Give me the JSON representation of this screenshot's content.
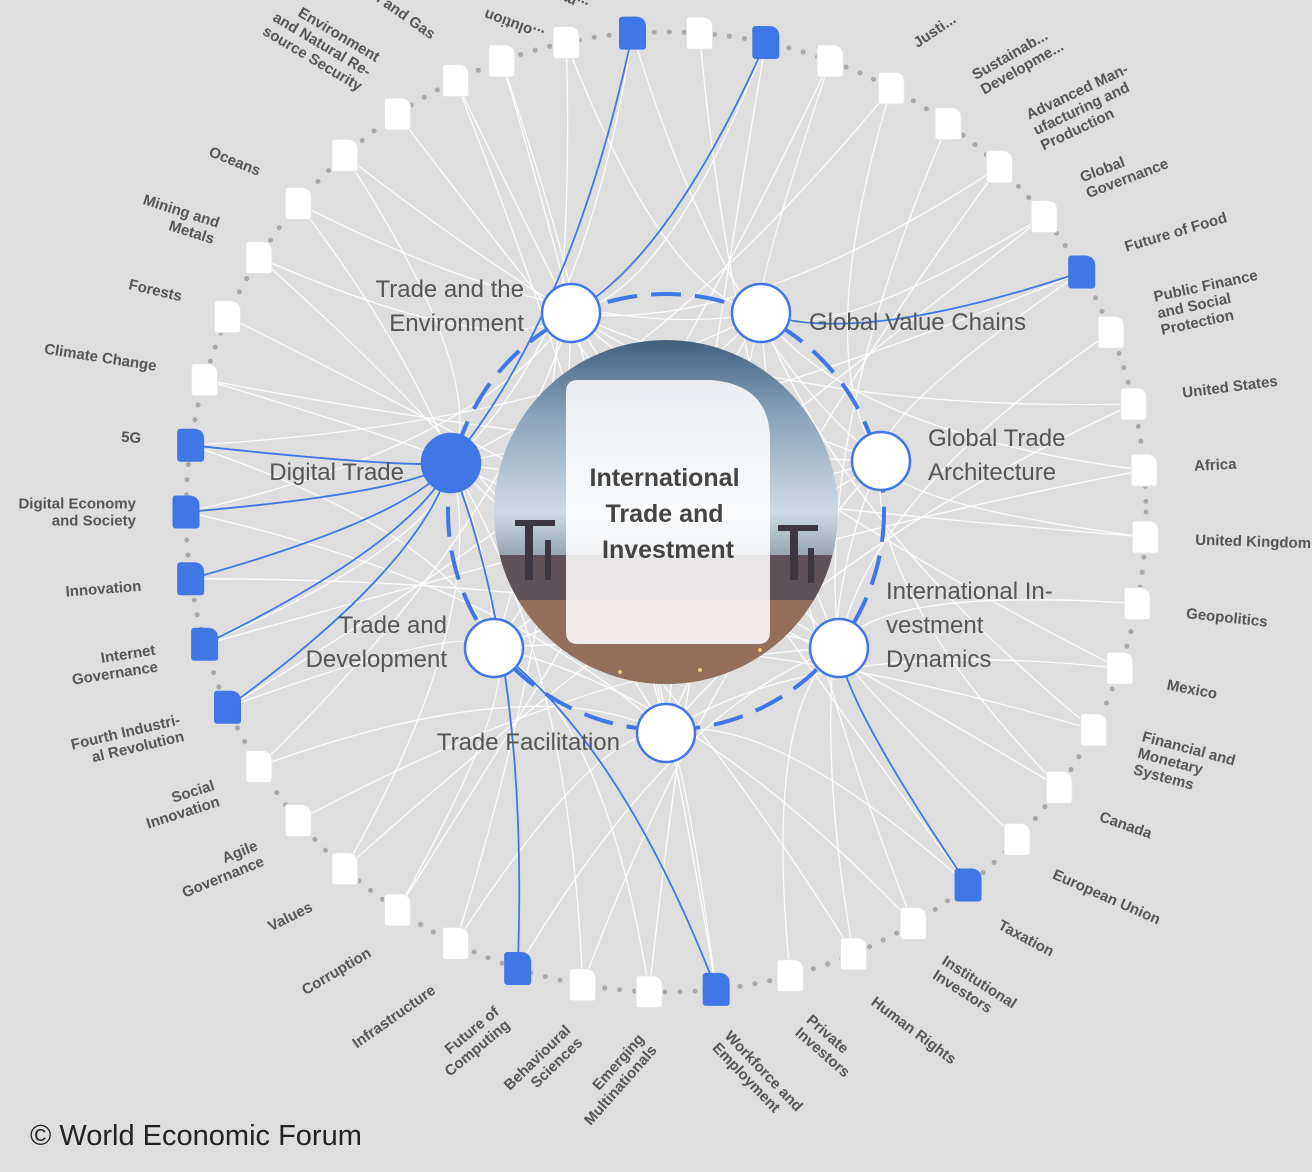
{
  "center": {
    "lines": [
      "International",
      "Trade and",
      "Investment"
    ]
  },
  "inner_nodes": [
    {
      "id": "env",
      "lines": [
        "Trade and the",
        "Environment"
      ],
      "active": false
    },
    {
      "id": "gvc",
      "lines": [
        "Global Value Chains"
      ],
      "active": false
    },
    {
      "id": "gta",
      "lines": [
        "Global Trade",
        "Architecture"
      ],
      "active": false
    },
    {
      "id": "iid",
      "lines": [
        "International In-",
        "vestment",
        "Dynamics"
      ],
      "active": false
    },
    {
      "id": "tf",
      "lines": [
        "Trade Facilitation"
      ],
      "active": false
    },
    {
      "id": "td",
      "lines": [
        "Trade and",
        "Development"
      ],
      "active": false
    },
    {
      "id": "dt",
      "lines": [
        "Digital Trade"
      ],
      "active": true
    }
  ],
  "outer_nodes": [
    {
      "lines": [
        "...olution"
      ],
      "active": false
    },
    {
      "lines": [
        "...my"
      ],
      "active": false
    },
    {
      "lines": [
        ""
      ],
      "active": true
    },
    {
      "lines": [
        ""
      ],
      "active": false
    },
    {
      "lines": [
        ""
      ],
      "active": true
    },
    {
      "lines": [
        ""
      ],
      "active": false
    },
    {
      "lines": [
        "Justi..."
      ],
      "active": false
    },
    {
      "lines": [
        "Sustainab...",
        "Developme..."
      ],
      "active": false
    },
    {
      "lines": [
        "Advanced Man-",
        "ufacturing and",
        "Production"
      ],
      "active": false
    },
    {
      "lines": [
        "Global",
        "Governance"
      ],
      "active": false
    },
    {
      "lines": [
        "Future of Food"
      ],
      "active": true
    },
    {
      "lines": [
        "Public Finance",
        "and Social",
        "Protection"
      ],
      "active": false
    },
    {
      "lines": [
        "United States"
      ],
      "active": false
    },
    {
      "lines": [
        "Africa"
      ],
      "active": false
    },
    {
      "lines": [
        "United Kingdom"
      ],
      "active": false
    },
    {
      "lines": [
        "Geopolitics"
      ],
      "active": false
    },
    {
      "lines": [
        "Mexico"
      ],
      "active": false
    },
    {
      "lines": [
        "Financial and",
        "Monetary",
        "Systems"
      ],
      "active": false
    },
    {
      "lines": [
        "Canada"
      ],
      "active": false
    },
    {
      "lines": [
        "European Union"
      ],
      "active": false
    },
    {
      "lines": [
        "Taxation"
      ],
      "active": true
    },
    {
      "lines": [
        "Institutional",
        "Investors"
      ],
      "active": false
    },
    {
      "lines": [
        "Human Rights"
      ],
      "active": false
    },
    {
      "lines": [
        "Private",
        "Investors"
      ],
      "active": false
    },
    {
      "lines": [
        "Workforce and",
        "Employment"
      ],
      "active": true
    },
    {
      "lines": [
        "Emerging",
        "Multinationals"
      ],
      "active": false
    },
    {
      "lines": [
        "Behavioural",
        "Sciences"
      ],
      "active": false
    },
    {
      "lines": [
        "Future of",
        "Computing"
      ],
      "active": true
    },
    {
      "lines": [
        "Infrastructure"
      ],
      "active": false
    },
    {
      "lines": [
        "Corruption"
      ],
      "active": false
    },
    {
      "lines": [
        "Values"
      ],
      "active": false
    },
    {
      "lines": [
        "Agile",
        "Governance"
      ],
      "active": false
    },
    {
      "lines": [
        "Social",
        "Innovation"
      ],
      "active": false
    },
    {
      "lines": [
        "Fourth Industri-",
        "al Revolution"
      ],
      "active": true
    },
    {
      "lines": [
        "Internet",
        "Governance"
      ],
      "active": true
    },
    {
      "lines": [
        "Innovation"
      ],
      "active": true
    },
    {
      "lines": [
        "Digital Economy",
        "and Society"
      ],
      "active": true
    },
    {
      "lines": [
        "5G"
      ],
      "active": true
    },
    {
      "lines": [
        "Climate Change"
      ],
      "active": false
    },
    {
      "lines": [
        "Forests"
      ],
      "active": false
    },
    {
      "lines": [
        "Mining and",
        "Metals"
      ],
      "active": false
    },
    {
      "lines": [
        "Oceans"
      ],
      "active": false
    },
    {
      "lines": [
        ""
      ],
      "active": false
    },
    {
      "lines": [
        "Environment",
        "and Natural Re-",
        "source Security"
      ],
      "active": false
    },
    {
      "lines": [
        "Oil and Gas"
      ],
      "active": false
    }
  ],
  "highlighted_links": [
    [
      "dt",
      2
    ],
    [
      "dt",
      27
    ],
    [
      "dt",
      33
    ],
    [
      "dt",
      34
    ],
    [
      "dt",
      35
    ],
    [
      "dt",
      36
    ],
    [
      "dt",
      37
    ],
    [
      "env",
      4
    ],
    [
      "gvc",
      10
    ],
    [
      "td",
      24
    ],
    [
      "iid",
      20
    ]
  ],
  "colors": {
    "accent": "#3f77e6",
    "background": "#dedede",
    "link": "#ffffff",
    "ring_dots": "#a8a8a8"
  },
  "copyright": "© World Economic Forum"
}
